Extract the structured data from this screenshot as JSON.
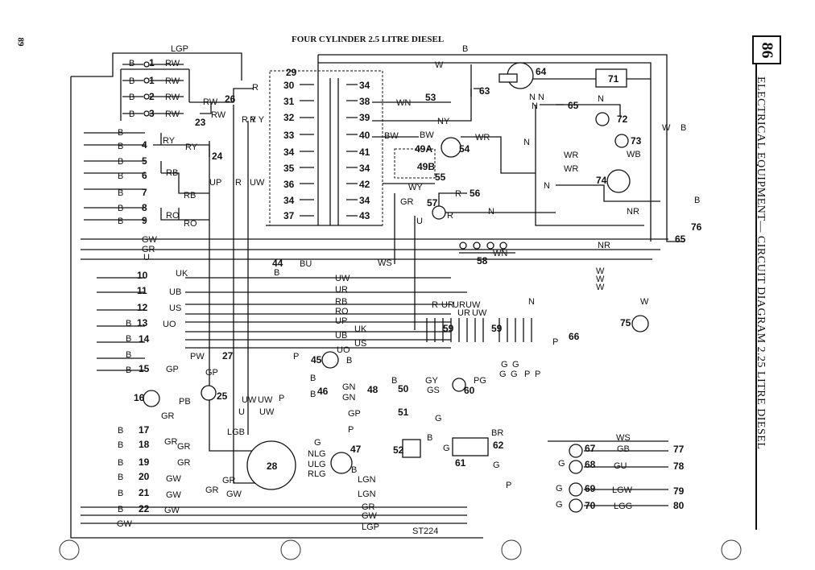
{
  "diagram": {
    "title": "FOUR CYLINDER 2.5 LITRE DIESEL",
    "page_ref": "89",
    "page_number": "86",
    "side_title": "ELECTRICAL EQUIPMENT— CIRCUIT DIAGRAM 2.25 LITRE DIESEL",
    "drawing_code": "ST224",
    "components": [
      {
        "id": "1",
        "wire": "RW"
      },
      {
        "id": "1",
        "wire": "RW"
      },
      {
        "id": "2",
        "wire": "RW"
      },
      {
        "id": "3",
        "wire": "RW"
      },
      {
        "id": "4",
        "wire": "RY"
      },
      {
        "id": "5",
        "wire": "RY"
      },
      {
        "id": "6",
        "wire": "RB"
      },
      {
        "id": "7",
        "wire": "RB"
      },
      {
        "id": "8",
        "wire": "RO"
      },
      {
        "id": "9",
        "wire": "RO"
      },
      {
        "id": "10",
        "wire": "UK"
      },
      {
        "id": "11",
        "wire": "UB"
      },
      {
        "id": "12",
        "wire": "US"
      },
      {
        "id": "13",
        "wire": "UO"
      },
      {
        "id": "14",
        "wire": "PW"
      },
      {
        "id": "15",
        "wire": "GP"
      },
      {
        "id": "16",
        "wire": "PB"
      },
      {
        "id": "17",
        "wire": "GR"
      },
      {
        "id": "18",
        "wire": "GR"
      },
      {
        "id": "19",
        "wire": "GR"
      },
      {
        "id": "20",
        "wire": "GW"
      },
      {
        "id": "21",
        "wire": "GW"
      },
      {
        "id": "22",
        "wire": "GW"
      },
      {
        "id": "23",
        "wire": "RW"
      },
      {
        "id": "24",
        "wire": "RY"
      },
      {
        "id": "25",
        "wire": "PB"
      },
      {
        "id": "26",
        "wire": "RW"
      },
      {
        "id": "27",
        "wire": "GP"
      },
      {
        "id": "28",
        "wire": ""
      },
      {
        "id": "29",
        "wire": ""
      },
      {
        "id": "44",
        "wire": "BU"
      },
      {
        "id": "45",
        "wire": "P"
      },
      {
        "id": "46",
        "wire": "GN"
      },
      {
        "id": "47",
        "wire": "G"
      },
      {
        "id": "48",
        "wire": "GN"
      },
      {
        "id": "49A",
        "wire": "BW"
      },
      {
        "id": "49B",
        "wire": "BW"
      },
      {
        "id": "50",
        "wire": "GY"
      },
      {
        "id": "51",
        "wire": "GP"
      },
      {
        "id": "52",
        "wire": ""
      },
      {
        "id": "53",
        "wire": "WN"
      },
      {
        "id": "54",
        "wire": "WR"
      },
      {
        "id": "55",
        "wire": "WY"
      },
      {
        "id": "56",
        "wire": "R"
      },
      {
        "id": "57",
        "wire": "R"
      },
      {
        "id": "58",
        "wire": "WN"
      },
      {
        "id": "59",
        "wire": ""
      },
      {
        "id": "60",
        "wire": "PG"
      },
      {
        "id": "61",
        "wire": ""
      },
      {
        "id": "62",
        "wire": "BR"
      },
      {
        "id": "63",
        "wire": ""
      },
      {
        "id": "64",
        "wire": ""
      },
      {
        "id": "65",
        "wire": "N"
      },
      {
        "id": "66",
        "wire": "P"
      },
      {
        "id": "67",
        "wire": "GB"
      },
      {
        "id": "68",
        "wire": "GU"
      },
      {
        "id": "69",
        "wire": "LGW"
      },
      {
        "id": "70",
        "wire": "LGG"
      },
      {
        "id": "71",
        "wire": ""
      },
      {
        "id": "72",
        "wire": ""
      },
      {
        "id": "73",
        "wire": "WB"
      },
      {
        "id": "74",
        "wire": "WR"
      },
      {
        "id": "75",
        "wire": "W"
      },
      {
        "id": "76",
        "wire": "B"
      },
      {
        "id": "77",
        "wire": "WS"
      },
      {
        "id": "78",
        "wire": ""
      },
      {
        "id": "79",
        "wire": ""
      },
      {
        "id": "80",
        "wire": ""
      }
    ],
    "fuses": {
      "left": [
        "30",
        "31",
        "32",
        "33",
        "34",
        "35",
        "36",
        "34",
        "37"
      ],
      "right": [
        "34",
        "38",
        "39",
        "40",
        "41",
        "34",
        "42",
        "34",
        "43"
      ]
    },
    "top_wires": {
      "lgp": "LGP",
      "b": "B",
      "w": "W",
      "r": "R",
      "ry": "RY",
      "up": "UP",
      "uw": "UW",
      "wn": "WN",
      "ny": "NY",
      "wr": "WR",
      "wy": "WY",
      "gr": "GR",
      "nr": "NR",
      "n": "N",
      "u": "U",
      "ws": "WS"
    },
    "bus_wires": [
      "GW",
      "GR",
      "U",
      "UW",
      "UR",
      "RB",
      "RO",
      "UP",
      "UK",
      "UB",
      "US",
      "UO"
    ],
    "lower_wires": {
      "gp": "GP",
      "p": "P",
      "pb": "PB",
      "gr": "GR",
      "lgb": "LGB",
      "uw1": "UW",
      "uw2": "UW",
      "g": "G",
      "nlg": "NLG",
      "ulg": "ULG",
      "rlg": "RLG",
      "lgn1": "LGN",
      "lgn2": "LGN",
      "gr2": "GR",
      "gw": "GW",
      "lgp": "LGP",
      "ws": "WS",
      "gy": "GY",
      "gs": "GS",
      "pg": "PG",
      "w1": "W",
      "w2": "W",
      "w3": "W",
      "ur": "UR",
      "uw": "UW",
      "n": "N",
      "gb": "GB",
      "gu": "GU",
      "lgw": "LGW",
      "lgg": "LGG"
    },
    "earth_label": "B"
  }
}
